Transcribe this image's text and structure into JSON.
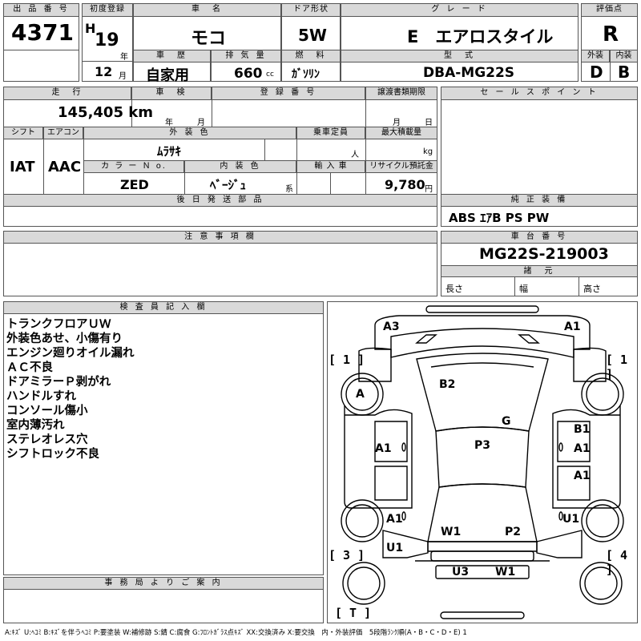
{
  "sheet": {
    "auction_no_label": "出 品 番 号",
    "auction_no": "4371",
    "first_reg_label": "初度登録",
    "era": "H",
    "year": "19",
    "year_unit": "年",
    "month": "12",
    "month_unit": "月",
    "car_name_label": "車　名",
    "car_name": "モコ",
    "door_label": "ドア形状",
    "door": "5W",
    "grade_label": "グ レ ー ド",
    "grade": "E　エアロスタイル",
    "score_label": "評価点",
    "score": "R",
    "history_label": "車　歴",
    "history": "自家用",
    "displacement_label": "排 気 量",
    "displacement": "660",
    "displacement_unit": "cc",
    "fuel_label": "燃　料",
    "fuel": "ｶﾞｿﾘﾝ",
    "model_code_label": "型　式",
    "model_code": "DBA-MG22S",
    "exterior_label": "外装",
    "exterior": "D",
    "interior_label": "内装",
    "interior": "B",
    "mileage_label": "走　行",
    "mileage": "145,405 km",
    "inspection_label": "車　検",
    "inspection_year_unit": "年",
    "inspection_month_unit": "月",
    "reg_no_label": "登 録 番 号",
    "transfer_doc_label": "譲渡書類期限",
    "transfer_month_unit": "月",
    "transfer_day_unit": "日",
    "shift_label": "シフト",
    "shift": "IAT",
    "aircon_label": "エアコン",
    "aircon": "AAC",
    "ext_color_label": "外 装 色",
    "ext_color": "ﾑﾗｻｷ",
    "capacity_label": "乗車定員",
    "capacity_unit": "人",
    "max_load_label": "最大積載量",
    "max_load_unit": "kg",
    "color_no_label": "カ ラ ー Ｎ o.",
    "color_no": "ZED",
    "int_color_label": "内 装 色",
    "int_color": "ﾍﾞｰｼﾞｭ",
    "int_color_suffix": "系",
    "import_label": "輸 入 車",
    "recycle_label": "リサイクル預託金",
    "recycle": "9,780",
    "recycle_unit": "円",
    "later_parts_label": "後 日 発 送 部 品",
    "sales_point_label": "セ ー ル ス ポ イ ン ト",
    "genuine_label": "純 正 装 備",
    "genuine": "ABS ｴｱB PS PW",
    "caution_label": "注 意 事 項 欄",
    "chassis_label": "車 台 番 号",
    "chassis": "MG22S-219003",
    "spec_label": "諸　元",
    "length_label": "長さ",
    "width_label": "幅",
    "height_label": "高さ",
    "inspector_label": "検 査 員 記 入 欄",
    "inspector_notes": [
      "トランクフロアＵＷ",
      "外装色あせ、小傷有り",
      "エンジン廻りオイル漏れ",
      "ＡＣ不良",
      "ドアミラーＰ剥がれ",
      "ハンドルすれ",
      "コンソール傷小",
      "室内薄汚れ",
      "ステレオレス穴",
      "シフトロック不良"
    ],
    "office_label": "事 務 局 よ り ご 案 内",
    "legend": "A:ｷｽﾞ U:ﾍｺﾐ B:ｷｽﾞを伴うﾍｺﾐ P:要塗装 W:補修跡 S:錆 C:腐食 G:ﾌﾛﾝﾄｶﾞﾗｽ点ｷｽﾞ XX:交換済み X:要交換　内・外装評価　5段階ﾗﾝｸ順(A・B・C・D・E) 1"
  },
  "diagram": {
    "marks": {
      "a3": "A3",
      "a1_top": "A1",
      "a_left": "A",
      "b2": "B2",
      "g": "G",
      "b1": "B1",
      "a1_left": "A1",
      "p3": "P3",
      "a1_r1": "A1",
      "a1_r2": "A1",
      "a1_lr": "A1",
      "u1_r": "U1",
      "w1_mid": "W1",
      "p2": "P2",
      "u1_l": "U1",
      "u3": "U3",
      "w1_bottom": "W1"
    },
    "brackets": {
      "b1": "[ 1 ]",
      "b2": "[ 1 ]",
      "b3": "[ 3 ]",
      "b4": "[ 4 ]",
      "bt": "[ T ]"
    }
  }
}
